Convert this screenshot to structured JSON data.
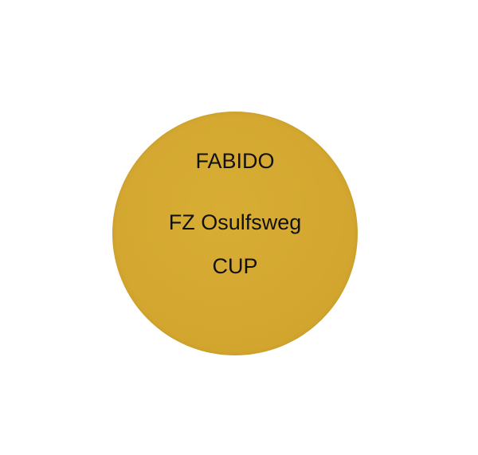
{
  "badge": {
    "line1": "FABIDO",
    "line2": "FZ Osulfsweg",
    "line3": "CUP",
    "fill_color": "#d4a830"
  }
}
